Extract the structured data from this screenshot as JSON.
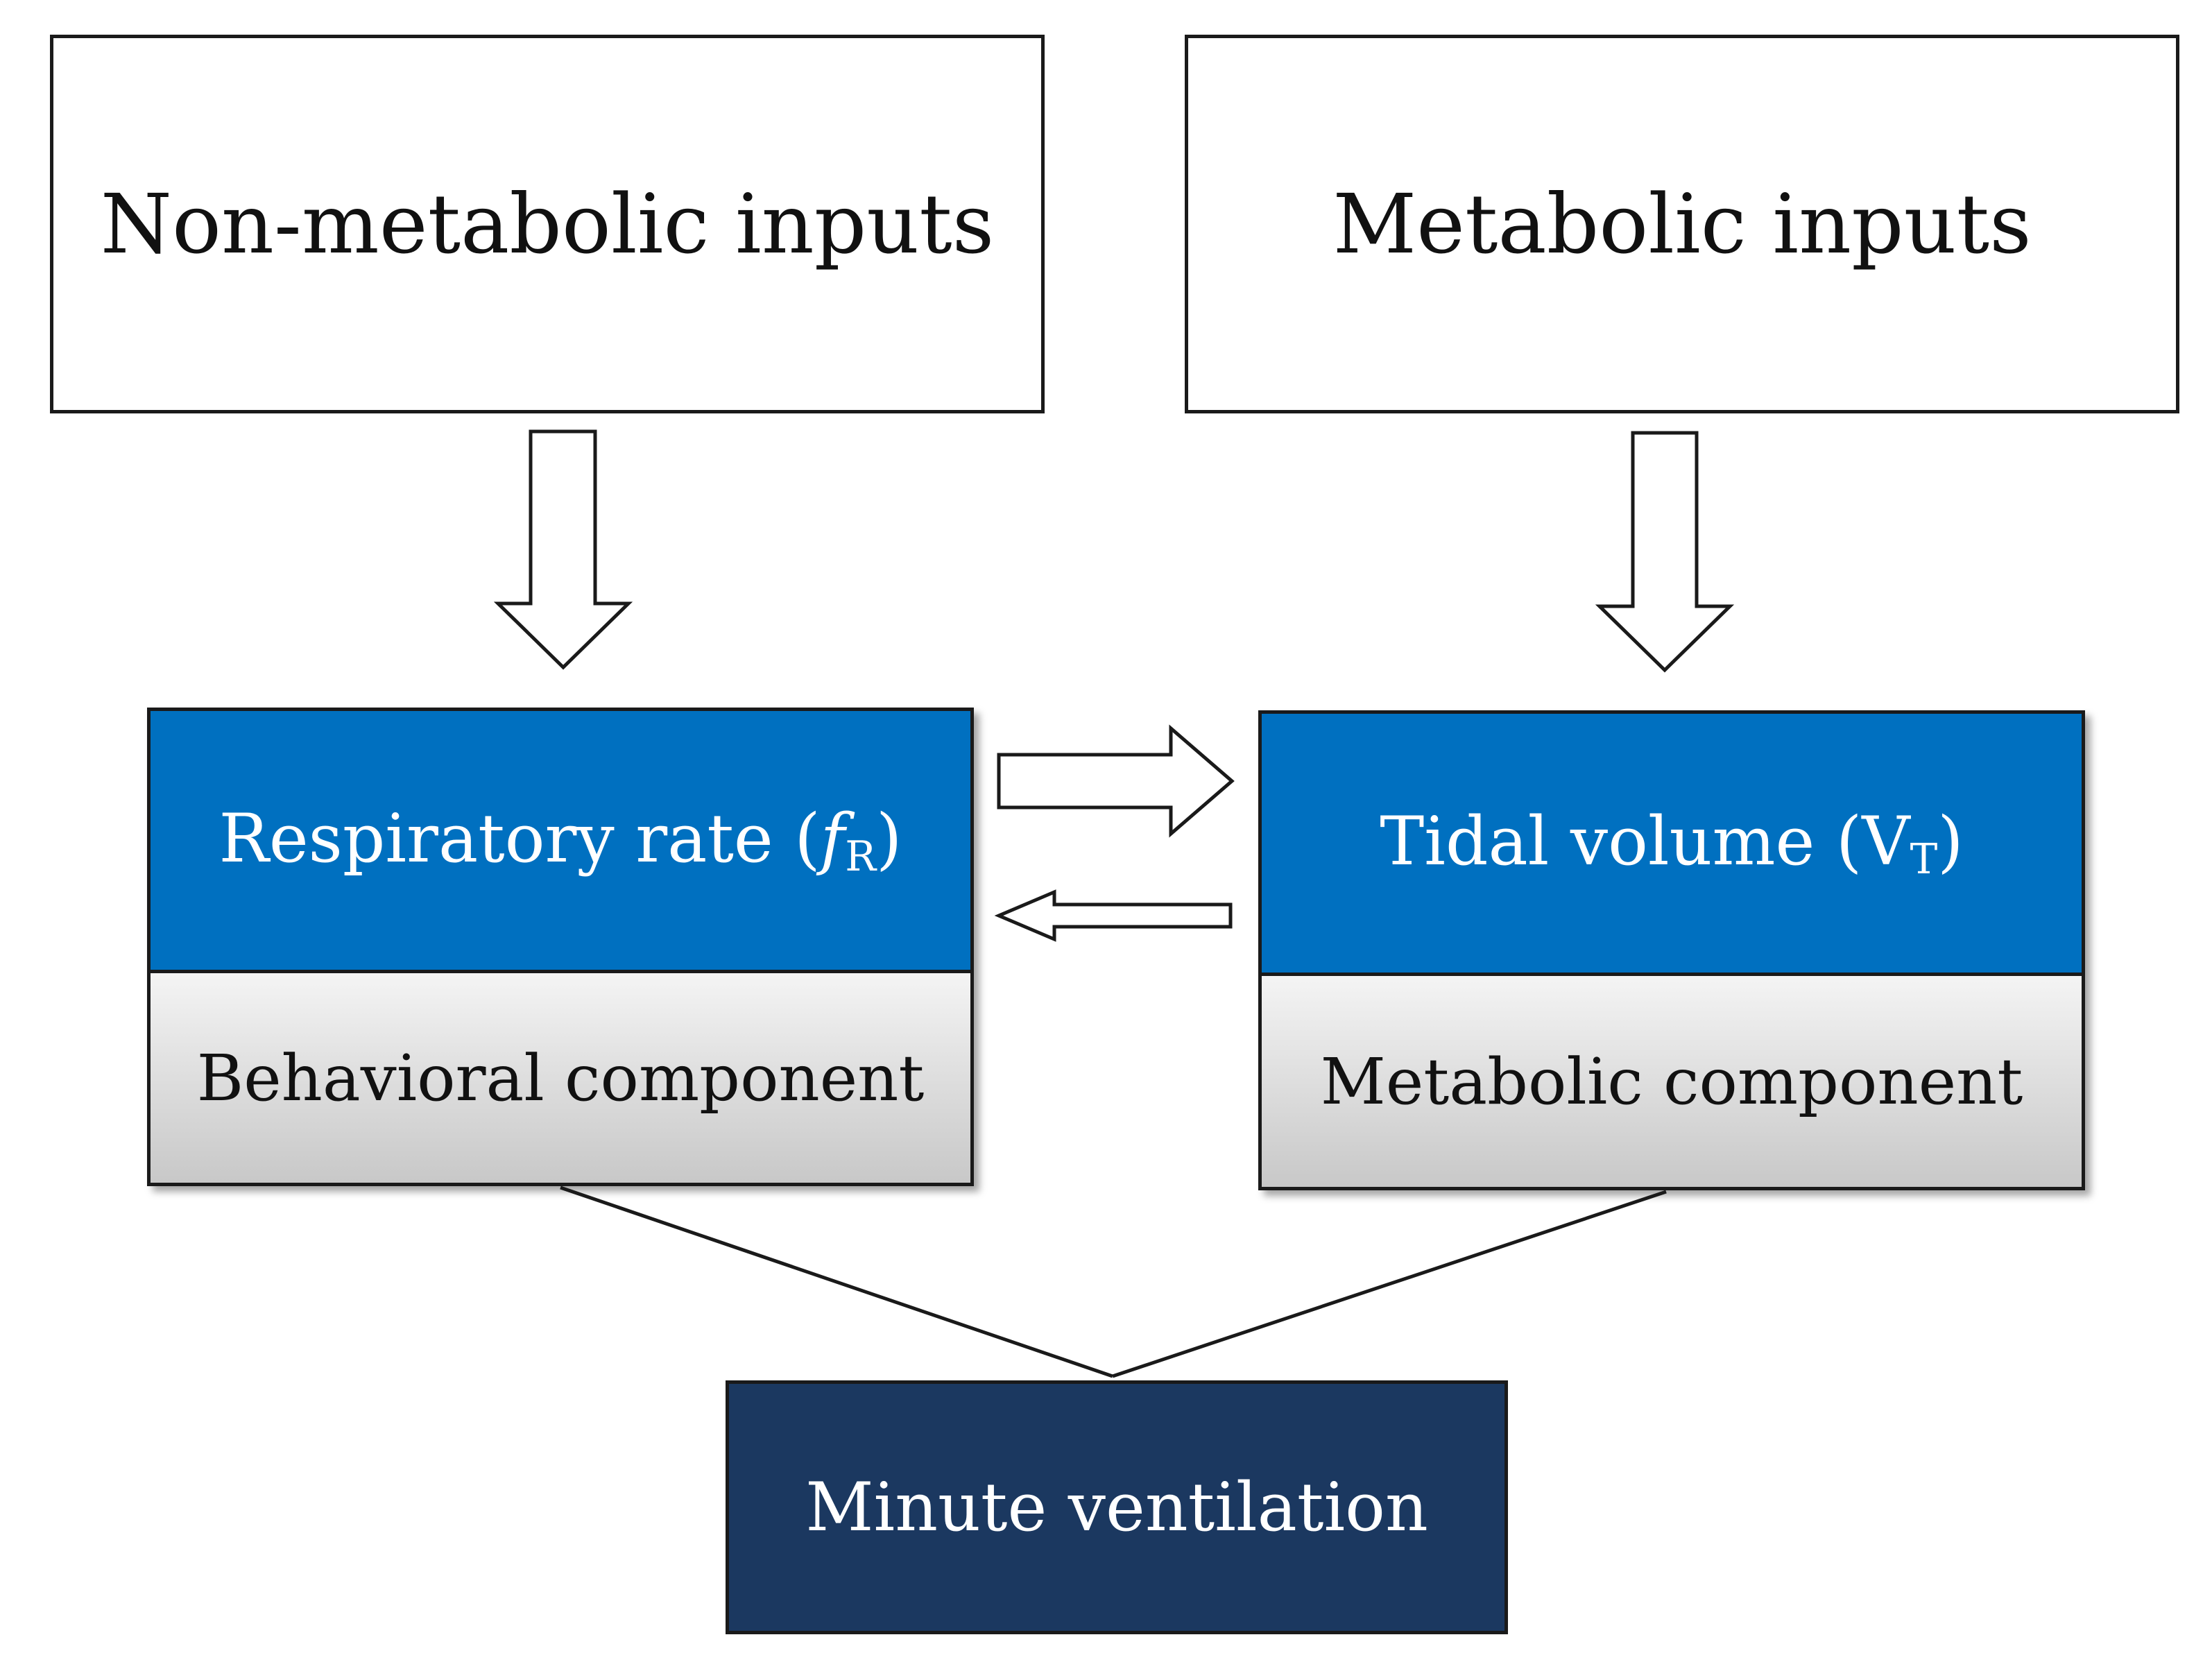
{
  "colors": {
    "primary_blue": "#0070c0",
    "navy": "#1b3860",
    "gradient_light": "#f4f4f4",
    "gradient_dark": "#c8c8c8",
    "line": "#1a1a1a"
  },
  "nodes": {
    "non_metabolic_inputs": "Non-metabolic inputs",
    "metabolic_inputs": "Metabolic inputs",
    "respiratory_rate": {
      "label": "Respiratory rate (",
      "symbol": "f",
      "subscript": "R",
      "close": ")"
    },
    "behavioral_component": "Behavioral component",
    "tidal_volume": {
      "label": "Tidal volume (V",
      "subscript": "T",
      "close": ")"
    },
    "metabolic_component": "Metabolic component",
    "minute_ventilation": "Minute ventilation"
  },
  "edges": [
    {
      "from": "non_metabolic_inputs",
      "to": "respiratory_rate",
      "style": "hollow-arrow"
    },
    {
      "from": "metabolic_inputs",
      "to": "tidal_volume",
      "style": "hollow-arrow"
    },
    {
      "from": "respiratory_rate",
      "to": "tidal_volume",
      "style": "hollow-arrow-large"
    },
    {
      "from": "tidal_volume",
      "to": "respiratory_rate",
      "style": "hollow-arrow-small"
    },
    {
      "from": "respiratory_rate",
      "to": "minute_ventilation",
      "style": "line"
    },
    {
      "from": "tidal_volume",
      "to": "minute_ventilation",
      "style": "line"
    }
  ]
}
